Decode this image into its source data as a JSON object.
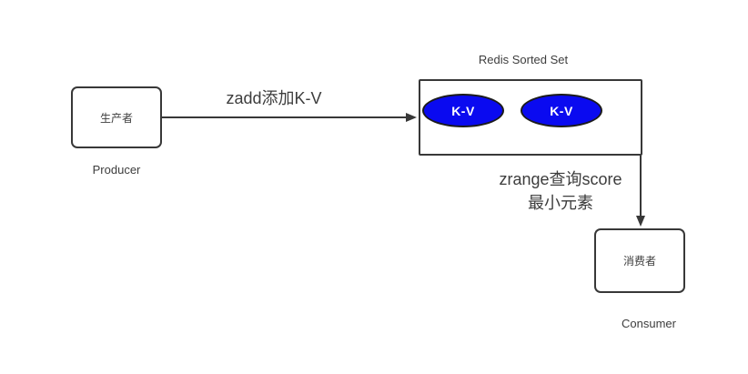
{
  "diagram": {
    "producer": {
      "box_label": "生产者",
      "caption": "Producer"
    },
    "consumer": {
      "box_label": "消费者",
      "caption": "Consumer"
    },
    "redis": {
      "title": "Redis Sorted Set",
      "items": [
        {
          "label": "K-V"
        },
        {
          "label": "K-V"
        }
      ]
    },
    "arrows": {
      "zadd_label": "zadd添加K-V",
      "zrange_label_line1": "zrange查询score",
      "zrange_label_line2": "最小元素"
    },
    "colors": {
      "line": "#383838",
      "text": "#3d3d3d",
      "node_fill": "#0a0af0",
      "node_border": "#1c1c1c",
      "node_text": "#ffffff",
      "background": "#ffffff"
    }
  }
}
